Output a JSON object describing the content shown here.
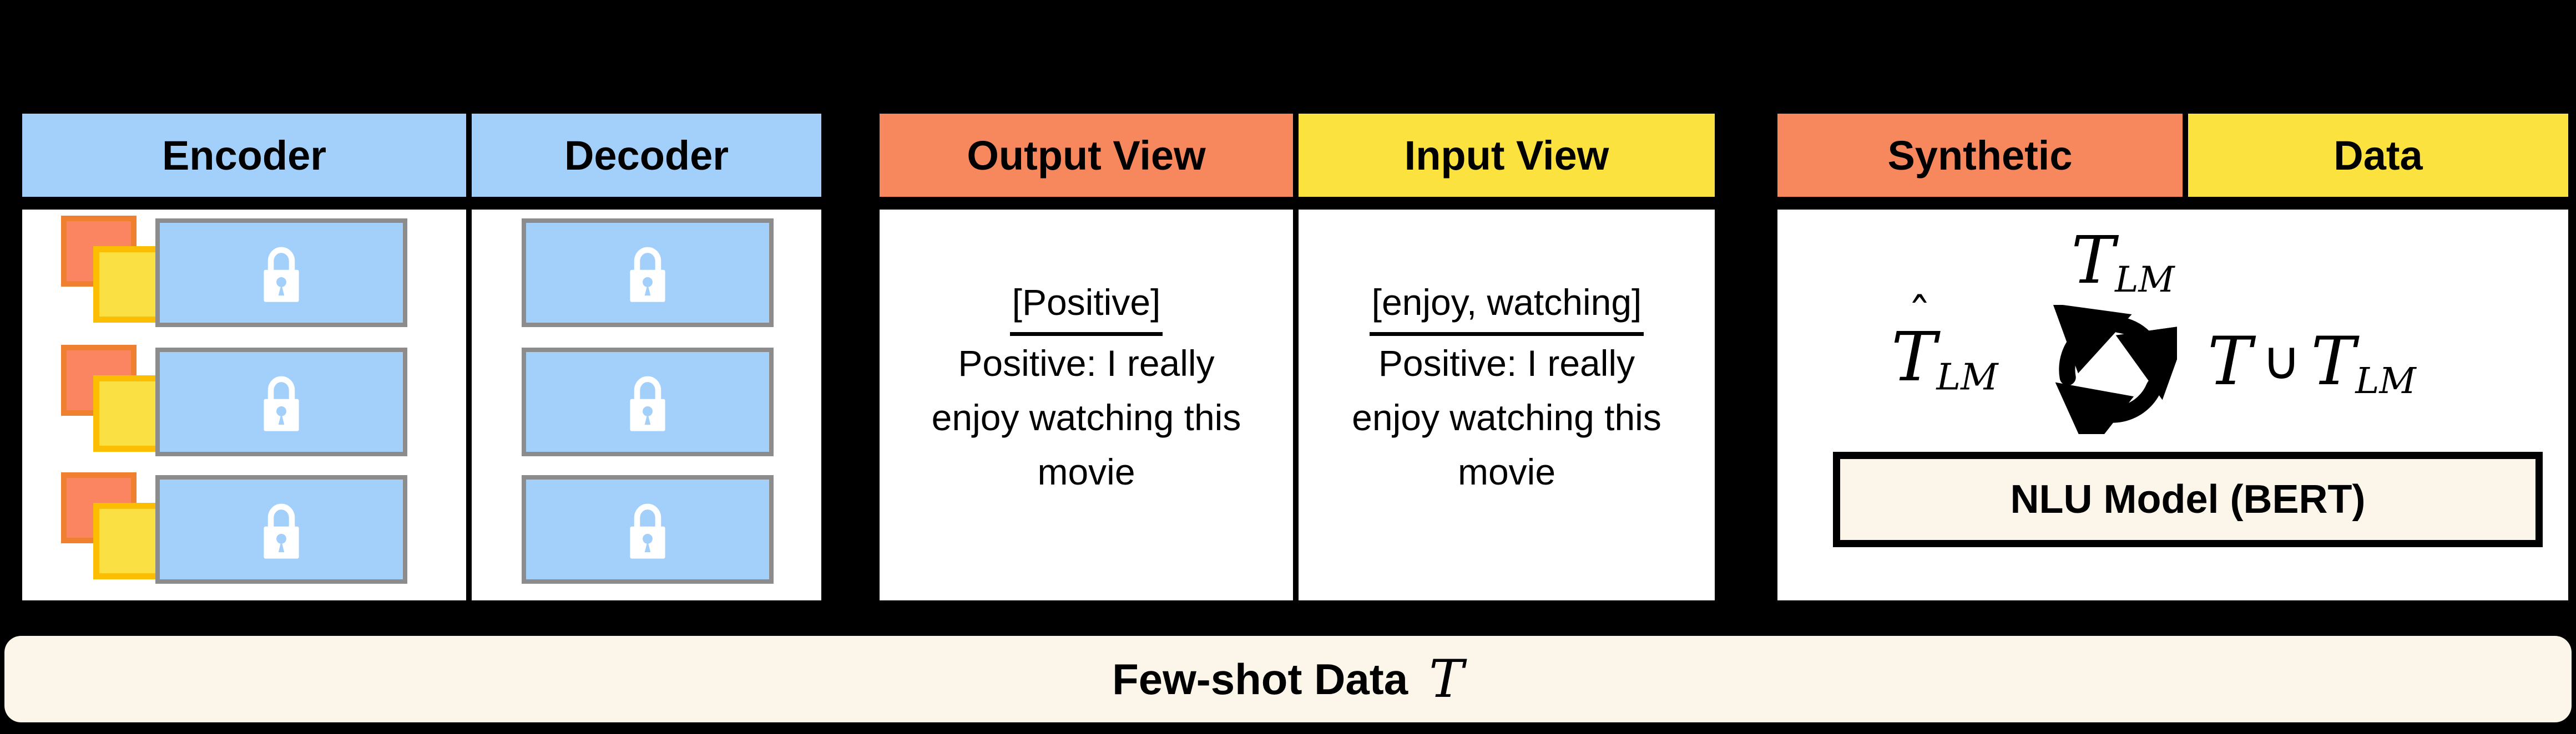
{
  "colors": {
    "background": "#000000",
    "panel_white": "#FFFFFF",
    "blue": "#A3D0FA",
    "blue_rect_border": "#8C8C8C",
    "orange_header": "#F7875D",
    "yellow_header": "#FCE23F",
    "orange_square_fill": "#FB8560",
    "orange_square_border": "#EE8030",
    "yellow_square_fill": "#FBE043",
    "yellow_square_border": "#FCBE03",
    "cream": "#FBF6E9"
  },
  "left_panel": {
    "encoder_header": "Encoder",
    "decoder_header": "Decoder"
  },
  "middle_panel": {
    "output_header": "Output View",
    "input_header": "Input View",
    "output_view": {
      "label": "[Positive]",
      "line1": "Positive: I really",
      "line2": "enjoy watching this",
      "line3": "movie"
    },
    "input_view": {
      "label": "[enjoy, watching]",
      "line1": "Positive: I really",
      "line2": "enjoy watching this",
      "line3": "movie"
    }
  },
  "right_panel": {
    "synthetic_header": "Synthetic",
    "data_header": "Data",
    "math": {
      "top_base": "T",
      "top_sub": "LM",
      "hat": "ˆ",
      "hat_base": "T",
      "hat_sub": "LM",
      "left_t": "T",
      "union": "∪",
      "right_t": "T",
      "right_sub": "LM"
    },
    "nlu_label": "NLU Model (BERT)"
  },
  "bottom_bar": {
    "label": "Few-shot Data",
    "symbol": "T"
  }
}
